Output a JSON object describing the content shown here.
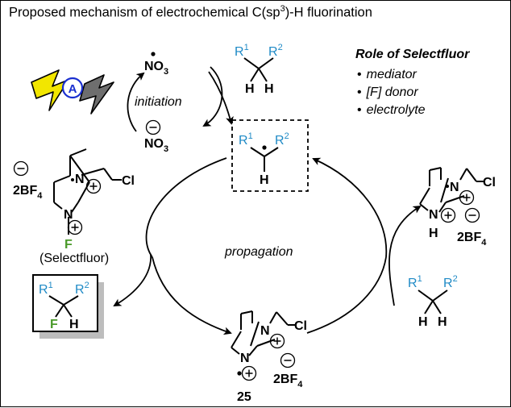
{
  "title": "Proposed mechanism of electrochemical C(sp3)-H fluorination",
  "title_parts": {
    "pre": "Proposed mechanism of electrochemical C(sp",
    "sup": "3",
    "post": ")-H fluorination"
  },
  "role": {
    "heading": "Role of Selectfluor",
    "items": [
      "mediator",
      "[F] donor",
      "electrolyte"
    ],
    "bullet": "•"
  },
  "initiation": {
    "label": "initiation",
    "electrode": "A",
    "radical_pre": "NO",
    "radical_sub": "3",
    "minus": "−"
  },
  "propagation": {
    "label": "propagation"
  },
  "substituents": {
    "r": "R",
    "one": "1",
    "two": "2",
    "h": "H",
    "f": "F",
    "cl": "Cl",
    "n": "N"
  },
  "counterion": {
    "coef": "2BF",
    "sub": "4"
  },
  "selectfluor_name": "(Selectfluor)",
  "compound_25": "25",
  "colors": {
    "substituent": "#1f8ac6",
    "fluorine": "#4a9a2a",
    "electrode": "#1a2fd0",
    "bolt_yellow": "#f2e600",
    "bolt_gray": "#6e6e6e"
  }
}
